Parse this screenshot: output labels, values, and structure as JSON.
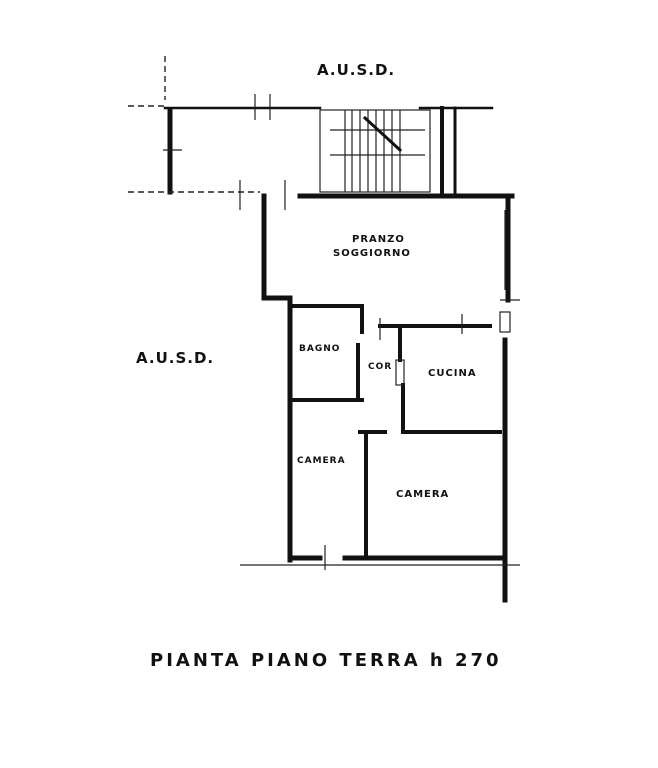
{
  "areas": {
    "top": "A.U.S.D.",
    "left": "A.U.S.D."
  },
  "rooms": {
    "pranzo_line1": "PRANZO",
    "pranzo_line2": "SOGGIORNO",
    "bagno": "BAGNO",
    "cor": "COR",
    "cucina": "CUCINA",
    "camera_left": "CAMERA",
    "camera_right": "CAMERA"
  },
  "title": "PIANTA  PIANO  TERRA  h 270"
}
